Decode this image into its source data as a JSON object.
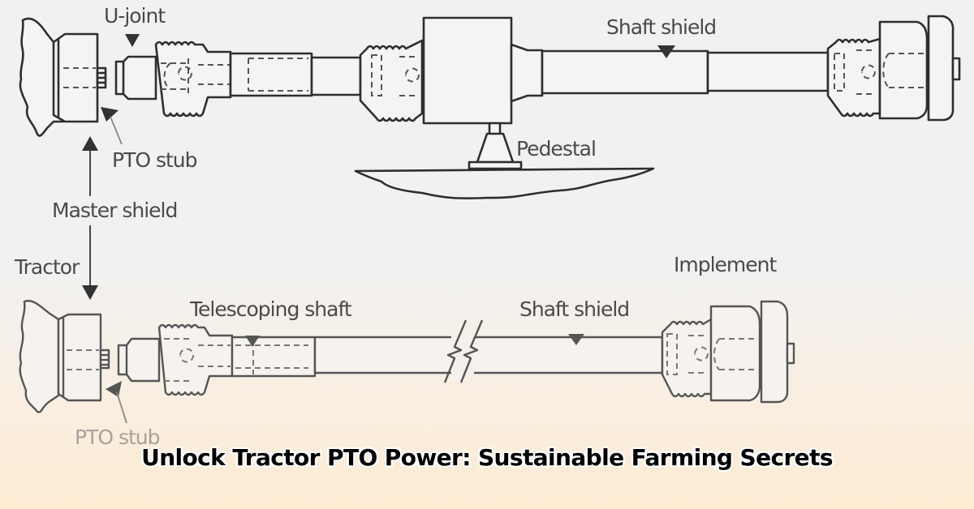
{
  "caption": "Unlock Tractor PTO Power: Sustainable Farming Secrets",
  "diagram": {
    "top_assembly": {
      "labels": {
        "u_joint": "U-joint",
        "shaft_shield": "Shaft shield",
        "pto_stub": "PTO stub",
        "pedestal": "Pedestal",
        "master_shield": "Master shield"
      }
    },
    "bottom_assembly": {
      "labels": {
        "tractor": "Tractor",
        "telescoping_shaft": "Telescoping shaft",
        "shaft_shield": "Shaft shield",
        "implement": "Implement",
        "pto_stub": "PTO stub"
      }
    }
  },
  "colors": {
    "background_top": "#f1f1f1",
    "background_bottom": "#fdebd3",
    "line_ink": "#2e2e2e",
    "label_text": "#4a4a4a",
    "caption_text": "#000000"
  }
}
